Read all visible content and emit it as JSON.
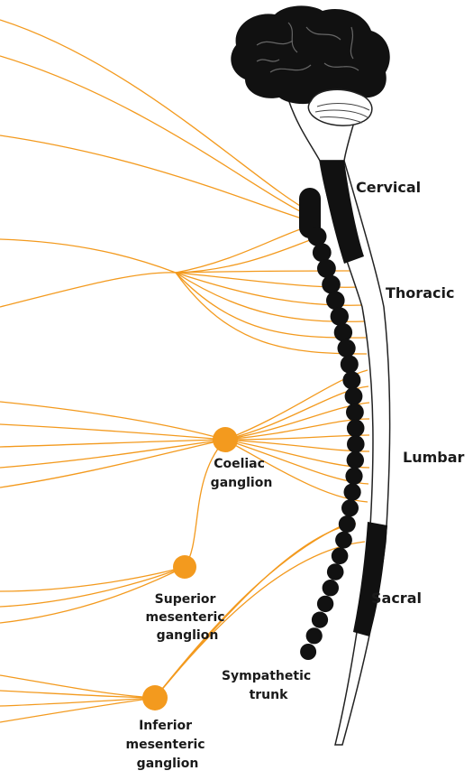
{
  "regions": {
    "cervical": "Cervical",
    "thoracic": "Thoracic",
    "lumbar": "Lumbar",
    "sacral": "Sacral"
  },
  "ganglia": {
    "coeliac": [
      "Coeliac",
      "ganglion"
    ],
    "superior_mesenteric": [
      "Superior",
      "mesenteric",
      "ganglion"
    ],
    "inferior_mesenteric": [
      "Inferior",
      "mesenteric",
      "ganglion"
    ],
    "sympathetic_trunk": [
      "Sympathetic",
      "trunk"
    ]
  },
  "colors": {
    "nerve": "#f39a1e",
    "ganglion": "#f39a1e",
    "brain": "#111111",
    "spine_outline": "#222222"
  },
  "icons": {
    "brain": "brain-icon"
  }
}
